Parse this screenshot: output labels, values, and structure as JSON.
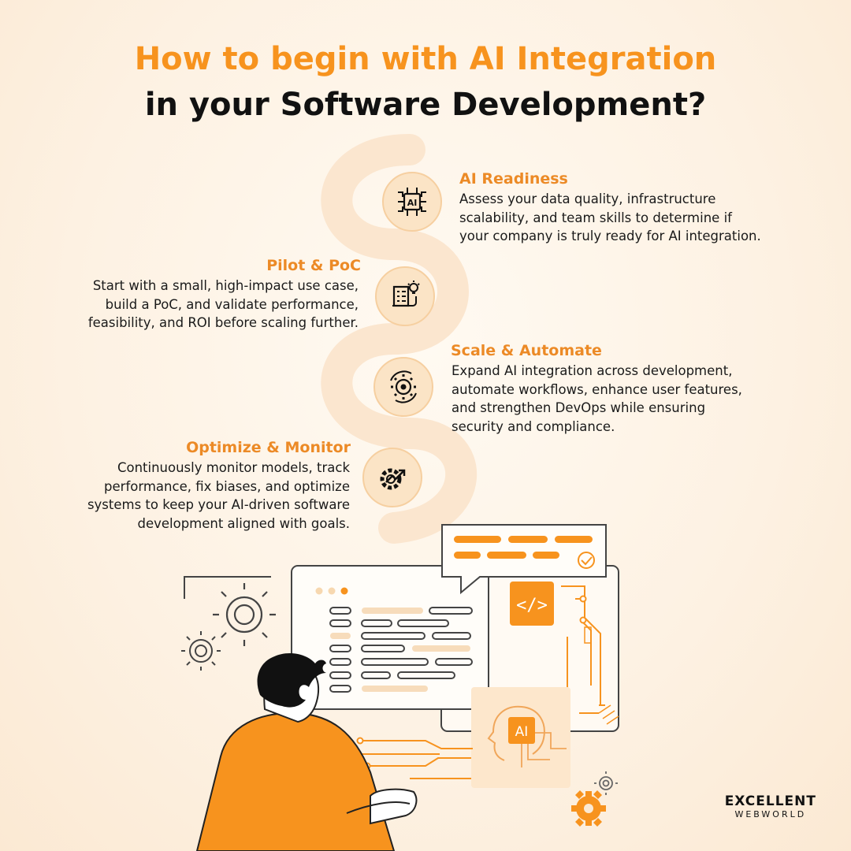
{
  "title": {
    "line1": "How to begin with AI Integration",
    "line2": "in your Software Development?"
  },
  "steps": [
    {
      "title": "AI Readiness",
      "lines": [
        "Assess your data quality, infrastructure",
        "scalability, and team skills to determine if",
        "your company is truly ready for AI integration."
      ],
      "icon": "ai-chip-icon",
      "icon_label": "AI"
    },
    {
      "title": "Pilot & PoC",
      "lines": [
        "Start with a small, high-impact use case,",
        "build a PoC, and validate performance,",
        "feasibility, and ROI before scaling further."
      ],
      "icon": "checklist-idea-icon"
    },
    {
      "title": "Scale & Automate",
      "lines": [
        "Expand AI integration across development,",
        "automate workflows, enhance user features,",
        "and strengthen DevOps while ensuring",
        "security and compliance."
      ],
      "icon": "automation-gear-icon"
    },
    {
      "title": "Optimize & Monitor",
      "lines": [
        "Continuously monitor models, track",
        "performance, fix biases, and optimize",
        "systems to keep your AI-driven software",
        "development aligned with goals."
      ],
      "icon": "gear-growth-icon"
    }
  ],
  "illustration": {
    "ai_label": "AI",
    "code_symbol": "</>"
  },
  "logo": {
    "line1": "EXCELLENT",
    "line2": "WEBWORLD"
  },
  "colors": {
    "accent": "#f7931e",
    "heading_accent": "#ec8a26",
    "circle_fill": "#fbe4c6",
    "text": "#141414"
  }
}
